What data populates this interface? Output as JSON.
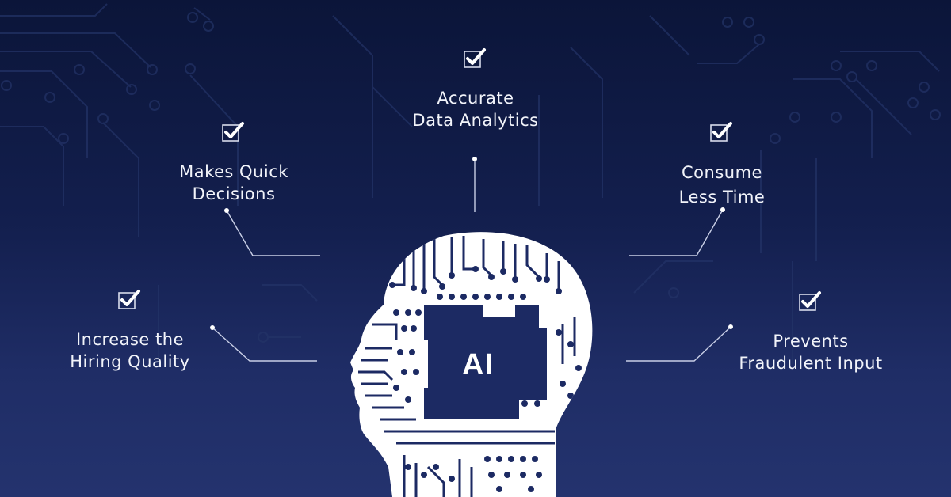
{
  "colors": {
    "background_top": "#0b1539",
    "background_bottom": "#24336e",
    "foreground": "#ffffff",
    "circuit_faint": "#2a3a72"
  },
  "center": {
    "icon": "circuit-head-icon",
    "label": "AI"
  },
  "features": [
    {
      "id": "top",
      "icon": "checkbox-checked-icon",
      "line1": "Accurate",
      "line2": "Data Analytics"
    },
    {
      "id": "upper-left",
      "icon": "checkbox-checked-icon",
      "line1": "Makes Quick",
      "line2": "Decisions"
    },
    {
      "id": "upper-right",
      "icon": "checkbox-checked-icon",
      "line1": "Consume",
      "line2": "Less Time"
    },
    {
      "id": "lower-left",
      "icon": "checkbox-checked-icon",
      "line1": "Increase the",
      "line2": "Hiring Quality"
    },
    {
      "id": "lower-right",
      "icon": "checkbox-checked-icon",
      "line1": "Prevents",
      "line2": "Fraudulent Input"
    }
  ]
}
